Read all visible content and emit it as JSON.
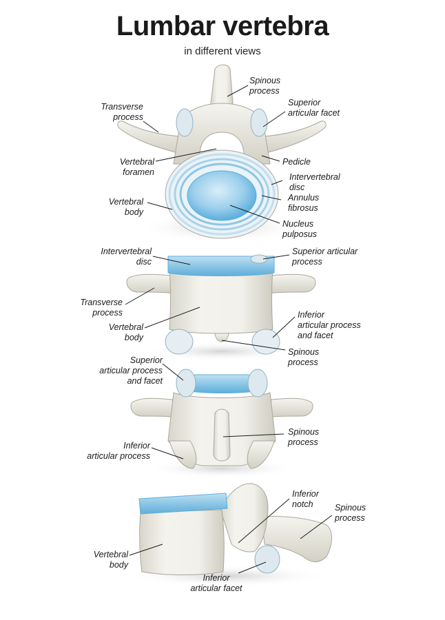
{
  "title": "Lumbar vertebra",
  "subtitle": "in different views",
  "colors": {
    "bone": "#eeede6",
    "bone_shade": "#c9c7bb",
    "outline": "#9c9a8e",
    "disc_light": "#d7ecf6",
    "disc_mid": "#8fc5e3",
    "disc_dark": "#4da6d6",
    "label": "#1a1a1a"
  },
  "views": {
    "top": {
      "labels": {
        "spinous": [
          "Spinous",
          "process"
        ],
        "superior_facet": [
          "Superior",
          "articular facet"
        ],
        "transverse": [
          "Transverse",
          "process"
        ],
        "foramen": [
          "Vertebral",
          "foramen"
        ],
        "pedicle": [
          "Pedicle"
        ],
        "disc": [
          "Intervertebral",
          "disc"
        ],
        "annulus": [
          "Annulus",
          "fibrosus"
        ],
        "body": [
          "Vertebral",
          "body"
        ],
        "nucleus": [
          "Nucleus",
          "pulposus"
        ]
      }
    },
    "front": {
      "labels": {
        "disc": [
          "Intervertebral",
          "disc"
        ],
        "superior_process": [
          "Superior articular",
          "process"
        ],
        "transverse": [
          "Transverse",
          "process"
        ],
        "body": [
          "Vertebral",
          "body"
        ],
        "inferior": [
          "Inferior",
          "articular process",
          "and facet"
        ],
        "spinous": [
          "Spinous",
          "process"
        ]
      }
    },
    "back": {
      "labels": {
        "superior": [
          "Superior",
          "articular process",
          "and facet"
        ],
        "spinous": [
          "Spinous",
          "process"
        ],
        "inferior": [
          "Inferior",
          "articular process"
        ]
      }
    },
    "side": {
      "labels": {
        "notch": [
          "Inferior",
          "notch"
        ],
        "spinous": [
          "Spinous",
          "process"
        ],
        "body": [
          "Vertebral",
          "body"
        ],
        "facet": [
          "Inferior",
          "articular facet"
        ]
      }
    }
  }
}
